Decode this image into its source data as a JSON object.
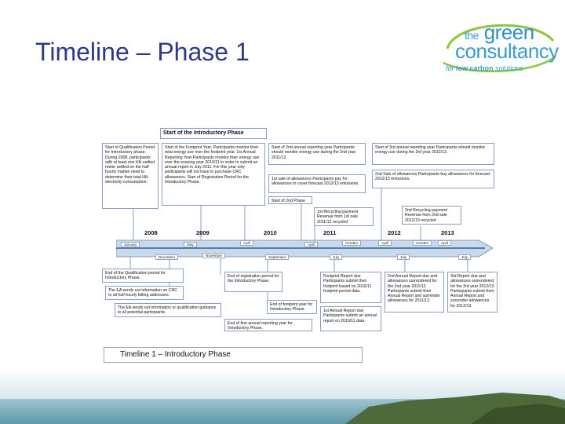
{
  "slide": {
    "title": "Timeline – Phase 1"
  },
  "logo": {
    "the": "the",
    "green": "green",
    "consultancy": "consultancy",
    "tagline_pre": "for",
    "tagline_bold": "low carbon",
    "tagline_post": "solutions"
  },
  "diagram": {
    "header": "Start of the Introductory Phase",
    "years": [
      "2008",
      "2009",
      "2010",
      "2011",
      "2012",
      "2013"
    ],
    "months_top": [
      "January",
      "May",
      "April",
      "April",
      "October",
      "April",
      "October",
      "April"
    ],
    "months_bottom": [
      "December",
      "November",
      "September",
      "July",
      "July",
      "July"
    ],
    "boxes": {
      "qualification": "Start of Qualification Period for Introductory phase. During 2008, participants with at least one HH settled meter settled on the half hourly market need to determine their total HH electricity consumption.",
      "footprint": "Start of the Footprint Year. Participants monitor their total energy use over the footprint year. 1st Annual Reporting Year Participants monitor their energy use over the ensuing year 2010/11 in order to submit an annual report in July 2011. For this year only participants will not have to purchase CRC allowances. Start of Registration Period for the Introductory Phase.",
      "second_year": "Start of 2nd annual reporting year Participants should monitor energy use during the 2nd year 2011/12.",
      "first_sale": "1st sale of allowances Participants pay for allowances to cover forecast 2012/13 emissions.",
      "start_2nd_phase": "Start of 2nd Phase",
      "third_year": "Start of 3rd annual reporting year Participants should monitor energy use during the 3rd year 2012/13.",
      "second_sale": "2nd Sale of allowances Participants buy allowances for forecast 2012/13 emissions.",
      "recycling1": "1st Recycling payment Revenue from 1st sale 2011/12 recycled",
      "recycling2": "2nd Recycling payment Revenue from 2nd sale 2012/13 recycled",
      "end_qualification": "End of the Qualification period for Introductory Phase.",
      "ea_sends": "The EA sends out information on CRC to all half-hourly billing addresses.",
      "ea_guidance": "The EA sends out information or qualification guidance to all potential participants.",
      "end_registration": "End of registration period for the Introductory Phase.",
      "end_footprint": "End of footprint year for Introductory Phase.",
      "end_first_reporting": "End of first annual reporting year for Introductory Phase.",
      "footprint_report": "Footprint Report due Participants submit their footprint based on 2010/11 footprint period data.",
      "first_annual": "1st Annual Report due Participants submit an annual report on 2010/11 data.",
      "second_annual": "2nd Annual Report due and allowances surrendered for the 2nd year 2011/12 Participants submit their Annual Report and surrender allowances for 2011/12.",
      "third_report": "3rd Report due and allowances surrendered for the 3rd year 2012/13 Participants submit their Annual Report and surrender allowances for 2012/13."
    },
    "caption": "Timeline 1 – Introductory Phase"
  }
}
